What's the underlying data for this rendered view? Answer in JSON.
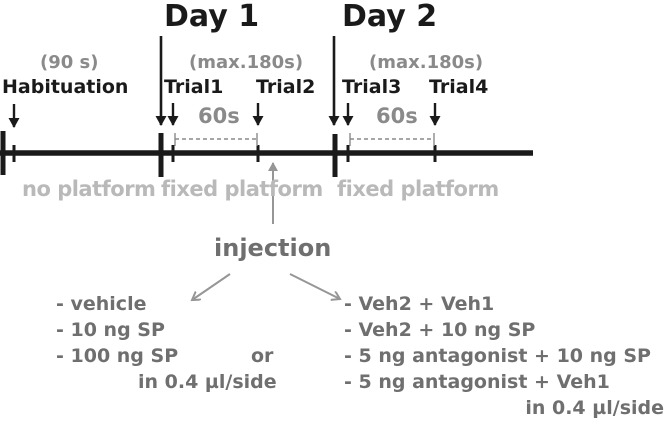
{
  "figure": {
    "description": "Behavioral experiment protocol timeline with habituation, two training days with paired trials, and injection treatment groups"
  },
  "colors": {
    "ink": "#1a1a1a",
    "annotation_gray": "#6f6f6f",
    "secondary_gray": "#8a8a8a",
    "platform_gray": "#b9b9b9",
    "arrow_gray": "#969696"
  },
  "habituation": {
    "duration": "(90 s)",
    "label": "Habituation",
    "platform": "no platform"
  },
  "days": {
    "day1": {
      "title": "Day 1",
      "max": "(max.180s)",
      "trial_a": "Trial1",
      "trial_b": "Trial2",
      "interval": "60s",
      "platform": "fixed platform"
    },
    "day2": {
      "title": "Day 2",
      "max": "(max.180s)",
      "trial_a": "Trial3",
      "trial_b": "Trial4",
      "interval": "60s",
      "platform": "fixed platform"
    }
  },
  "injection": {
    "label": "injection",
    "or": "or",
    "left_options": [
      "- vehicle",
      "- 10 ng SP",
      "- 100 ng SP"
    ],
    "left_note": "in 0.4 µl/side",
    "right_options": [
      "- Veh2 + Veh1",
      "- Veh2 + 10 ng SP",
      "- 5 ng antagonist + 10 ng SP",
      "- 5 ng antagonist + Veh1"
    ],
    "right_note": "in 0.4 µl/side"
  }
}
